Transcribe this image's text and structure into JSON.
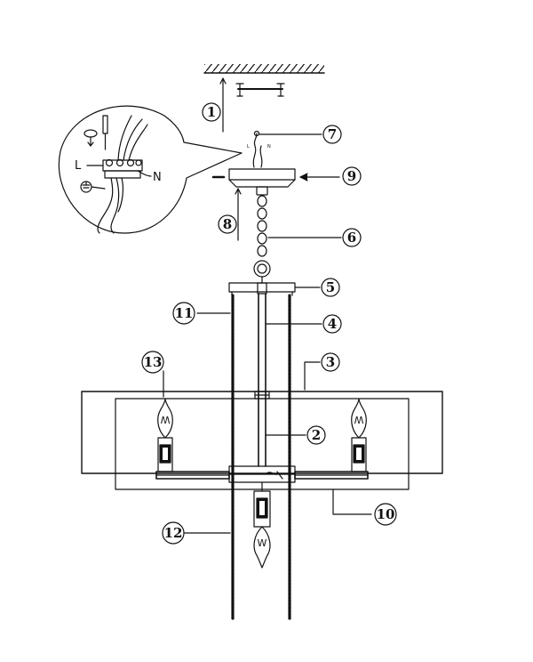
{
  "callouts": {
    "c1": "1",
    "c2": "2",
    "c3": "3",
    "c4": "4",
    "c5": "5",
    "c6": "6",
    "c7": "7",
    "c8": "8",
    "c9": "9",
    "c10": "10",
    "c11": "11",
    "c12": "12",
    "c13": "13"
  },
  "wiring": {
    "live": "L",
    "neutral": "N",
    "wire_l": "L",
    "wire_n": "N"
  },
  "bulb_mark": "W",
  "colors": {
    "line": "#111111",
    "background": "#ffffff"
  }
}
